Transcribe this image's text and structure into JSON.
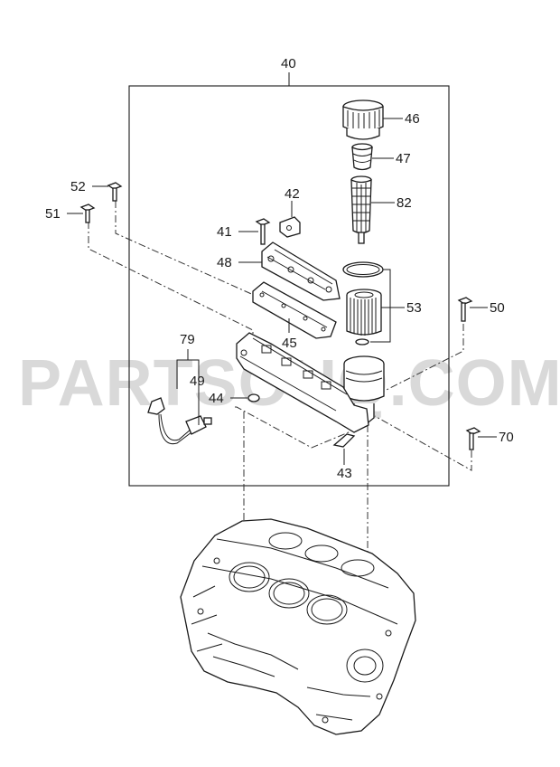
{
  "watermark": "PARTSOUQ.COM",
  "callouts": {
    "c40": "40",
    "c41": "41",
    "c42": "42",
    "c43": "43",
    "c44": "44",
    "c45": "45",
    "c46": "46",
    "c47": "47",
    "c48": "48",
    "c49": "49",
    "c50": "50",
    "c51": "51",
    "c52": "52",
    "c53": "53",
    "c70": "70",
    "c79": "79",
    "c82": "82"
  }
}
